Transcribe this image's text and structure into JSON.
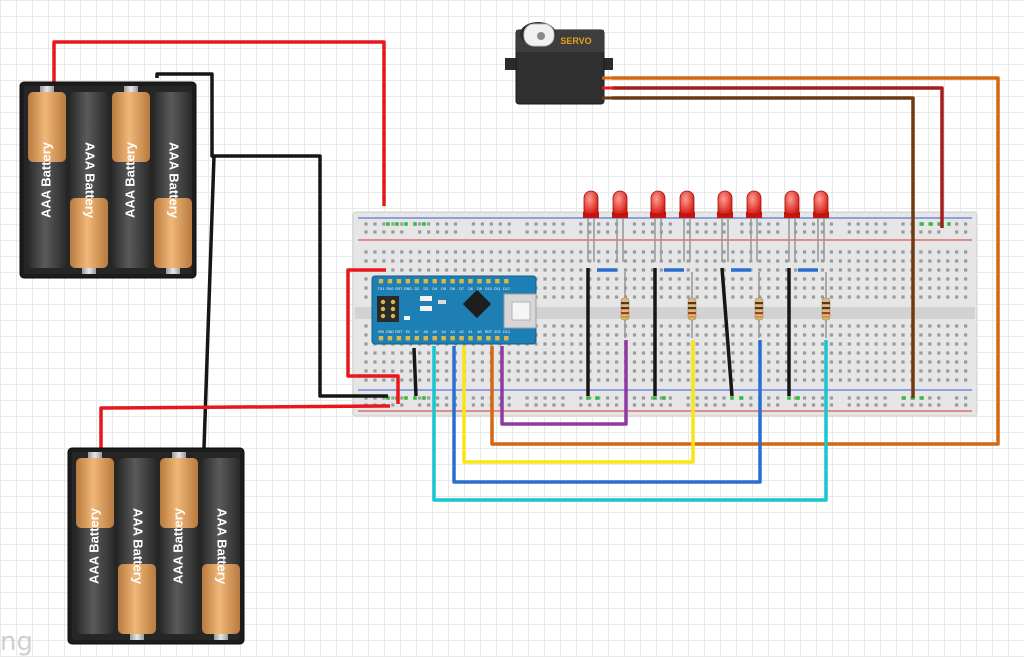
{
  "battery_label": "AAA Battery",
  "servo_label": "SERVO",
  "corner_text": "ng",
  "board_pin_labels": {
    "top": [
      "D12",
      "D11",
      "D10",
      "D9",
      "D8",
      "D7",
      "D6",
      "D5",
      "D4",
      "D3",
      "D2",
      "GND",
      "RST",
      "RX0",
      "TX1"
    ],
    "bottom": [
      "D13",
      "3V3",
      "REF",
      "A0",
      "A1",
      "A2",
      "A3",
      "A4",
      "A5",
      "A6",
      "A7",
      "5V",
      "RST",
      "GND",
      "VIN"
    ]
  },
  "colors": {
    "wire_red": "#e8171d",
    "wire_black": "#161616",
    "wire_orange": "#d6660f",
    "wire_dark_red": "#a41d1d",
    "wire_brown": "#6e3a12",
    "wire_purple": "#8e3aa0",
    "wire_yellow": "#f7e614",
    "wire_blue": "#2a6fd0",
    "wire_cyan": "#17c6cf",
    "board_teal": "#1d7fb4",
    "breadboard": "#e4e4e4",
    "led_red": "#e8281f",
    "battery_copper": "#d89a5a",
    "battery_dark": "#3b3b3b"
  },
  "icons": [
    "battery-pack-icon",
    "servo-icon",
    "arduino-nano-icon",
    "breadboard-icon",
    "led-icon",
    "resistor-icon",
    "usb-connector-icon"
  ]
}
